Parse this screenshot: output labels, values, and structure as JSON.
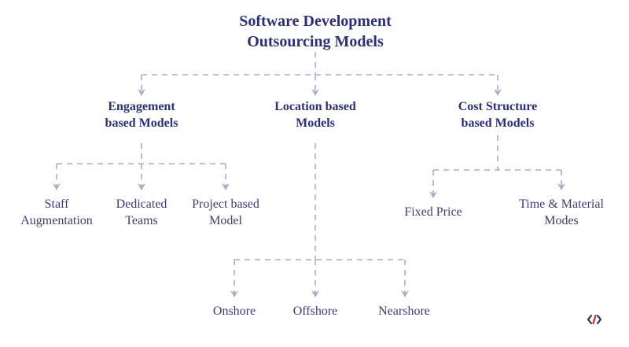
{
  "title": {
    "line1": "Software Development",
    "line2": "Outsourcing Models"
  },
  "categories": [
    {
      "line1": "Engagement",
      "line2": "based Models"
    },
    {
      "line1": "Location based",
      "line2": "Models"
    },
    {
      "line1": "Cost Structure",
      "line2": "based Models"
    }
  ],
  "engagement_models": [
    {
      "line1": "Staff",
      "line2": "Augmentation"
    },
    {
      "line1": "Dedicated",
      "line2": "Teams"
    },
    {
      "line1": "Project based",
      "line2": "Model"
    }
  ],
  "location_models": [
    {
      "line1": "Onshore"
    },
    {
      "line1": "Offshore"
    },
    {
      "line1": "Nearshore"
    }
  ],
  "cost_models": [
    {
      "line1": "Fixed Price"
    },
    {
      "line1": "Time & Material",
      "line2": "Modes"
    }
  ],
  "logo": {
    "name": "code-brackets-logo"
  },
  "colors": {
    "connector": "#a9acc9",
    "title": "#2b2f7a",
    "text": "#3a3d73",
    "logo_red": "#d9262c"
  }
}
